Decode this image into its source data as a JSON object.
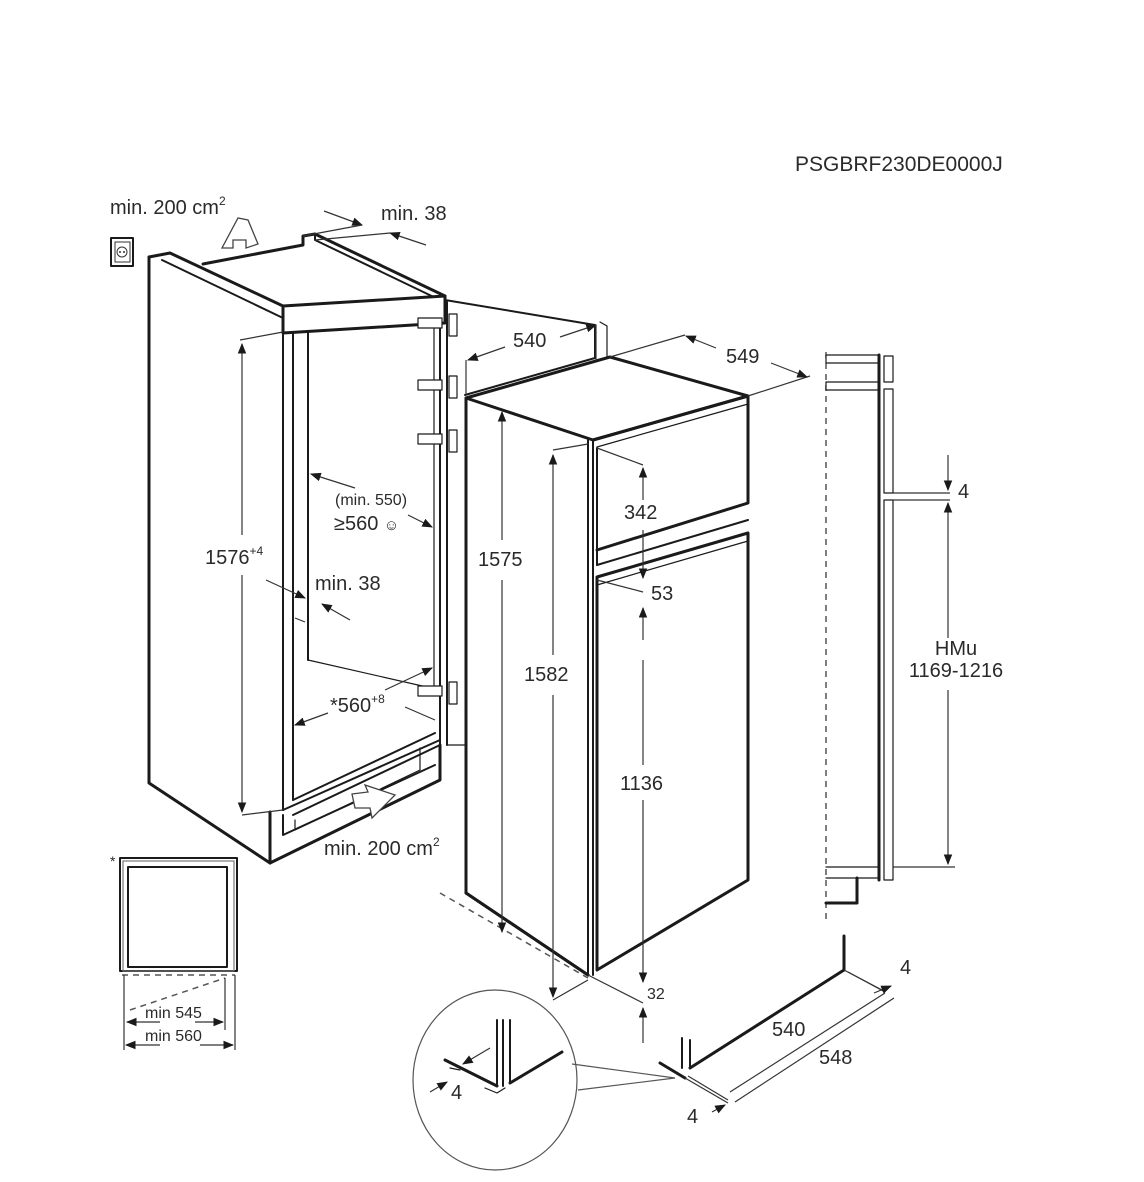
{
  "diagram": {
    "model_code": "PSGBRF230DE0000J",
    "niche": {
      "top_vent": {
        "text": "min. 200 cm",
        "sup": "2"
      },
      "rear_gap": "min. 38",
      "height": {
        "text": "1576",
        "sup": "+4"
      },
      "depth_note": "(min. 550)",
      "depth": "≥560",
      "depth_icon": "smiley-icon",
      "side_gap": "min. 38",
      "width": {
        "text": "*560",
        "sup": "+8"
      },
      "bottom_vent": {
        "text": "min. 200 cm",
        "sup": "2"
      }
    },
    "appliance": {
      "width": "540",
      "depth": "549",
      "cabinet_height": "1575",
      "total_height": "1582",
      "freezer_door_height": "342",
      "door_gap": "53",
      "fridge_door_height": "1136",
      "bottom_offset": "32"
    },
    "door_profile": {
      "gap": "4",
      "hmu_label": "HMu",
      "hmu_range": "1169-1216"
    },
    "plan_view": {
      "asterisk": "*",
      "min_inner": "min 545",
      "min_outer": "min 560"
    },
    "base_detail": {
      "depth_inner": "540",
      "depth_outer": "548",
      "side_offset_right": "4",
      "side_offset_left": "4",
      "zoom_offset": "4"
    }
  }
}
